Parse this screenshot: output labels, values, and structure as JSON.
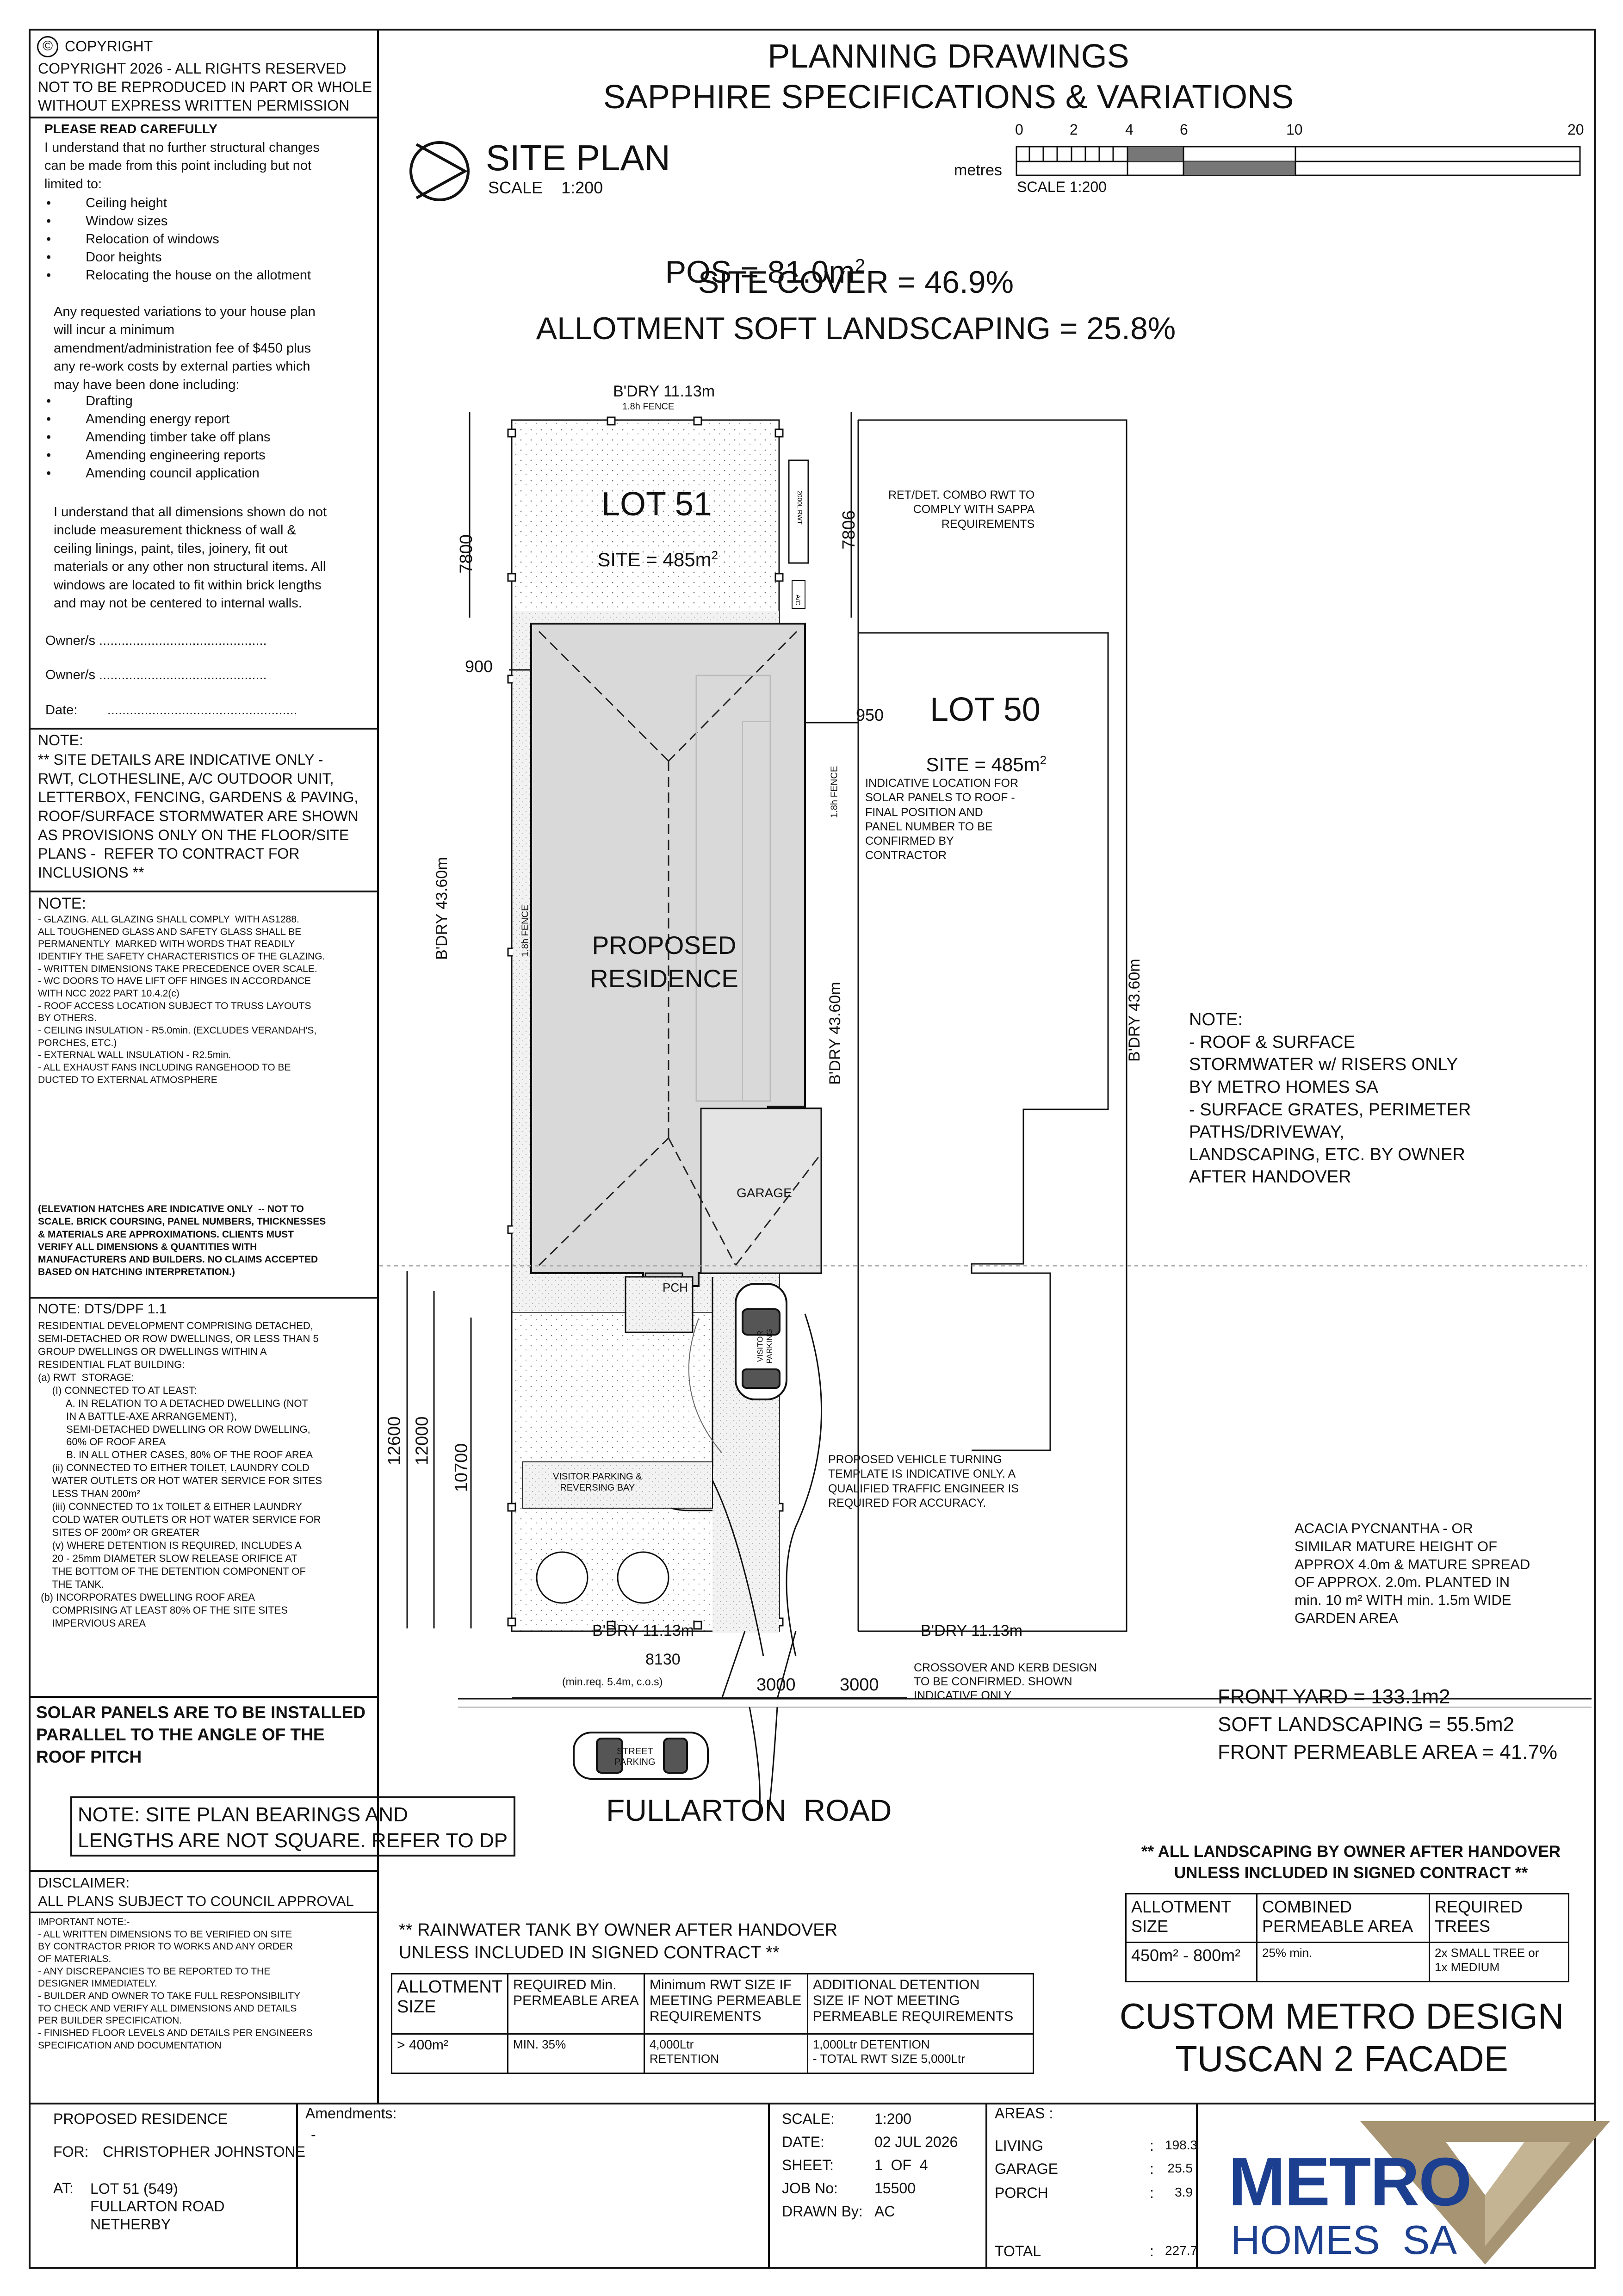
{
  "copyright": {
    "symbol": "©",
    "heading": "COPYRIGHT",
    "lines": [
      "COPYRIGHT 2026 - ALL RIGHTS RESERVED",
      "NOT TO BE REPRODUCED IN PART OR WHOLE",
      "WITHOUT EXPRESS WRITTEN PERMISSION"
    ]
  },
  "read_carefully": {
    "heading": "PLEASE READ CAREFULLY",
    "intro": "I understand that no further structural changes\ncan be made from this point including but not\nlimited to:",
    "items1": [
      "Ceiling height",
      "Window sizes",
      "Relocation of windows",
      "Door heights",
      "Relocating the house on the allotment"
    ],
    "para2": "Any requested variations to your house plan\nwill incur a minimum\namendment/administration fee of $450 plus\nany re-work costs by external parties which\nmay have been done including:",
    "items2": [
      "Drafting",
      "Amending energy report",
      "Amending timber take off plans",
      "Amending engineering reports",
      "Amending council application"
    ],
    "para3": "I understand that all dimensions shown do not\ninclude measurement thickness of wall &\nceiling linings, paint, tiles, joinery, fit out\nmaterials or any other non structural items. All\nwindows are located to fit within brick lengths\nand may not be centered to internal walls.",
    "owner1": "Owner/s .............................................",
    "owner2": "Owner/s .............................................",
    "date": "Date:        ..................................................."
  },
  "note1": {
    "heading": "NOTE:",
    "text": "** SITE DETAILS ARE INDICATIVE ONLY -\nRWT, CLOTHESLINE, A/C OUTDOOR UNIT,\nLETTERBOX, FENCING, GARDENS & PAVING,\nROOF/SURFACE STORMWATER ARE SHOWN\nAS PROVISIONS ONLY ON THE FLOOR/SITE\nPLANS -  REFER TO CONTRACT FOR\nINCLUSIONS **"
  },
  "note2": {
    "heading": "NOTE:",
    "text": "- GLAZING. ALL GLAZING SHALL COMPLY  WITH AS1288.\nALL TOUGHENED GLASS AND SAFETY GLASS SHALL BE\nPERMANENTLY  MARKED WITH WORDS THAT READILY\nIDENTIFY THE SAFETY CHARACTERISTICS OF THE GLAZING.\n- WRITTEN DIMENSIONS TAKE PRECEDENCE OVER SCALE.\n- WC DOORS TO HAVE LIFT OFF HINGES IN ACCORDANCE\nWITH NCC 2022 PART 10.4.2(c)\n- ROOF ACCESS LOCATION SUBJECT TO TRUSS LAYOUTS\nBY OTHERS.\n- CEILING INSULATION - R5.0min. (EXCLUDES VERANDAH'S,\nPORCHES, ETC.)\n- EXTERNAL WALL INSULATION - R2.5min.\n- ALL EXHAUST FANS INCLUDING RANGEHOOD TO BE\nDUCTED TO EXTERNAL ATMOSPHERE",
    "elevation": "(ELEVATION HATCHES ARE INDICATIVE ONLY  -- NOT TO\nSCALE. BRICK COURSING, PANEL NUMBERS, THICKNESSES\n& MATERIALS ARE APPROXIMATIONS. CLIENTS MUST\nVERIFY ALL DIMENSIONS & QUANTITIES WITH\nMANUFACTURERS AND BUILDERS. NO CLAIMS ACCEPTED\nBASED ON HATCHING INTERPRETATION.)"
  },
  "dts": {
    "heading": "NOTE: DTS/DPF 1.1",
    "text": "RESIDENTIAL DEVELOPMENT COMPRISING DETACHED,\nSEMI-DETACHED OR ROW DWELLINGS, OR LESS THAN 5\nGROUP DWELLINGS OR DWELLINGS WITHIN A\nRESIDENTIAL FLAT BUILDING:\n(a) RWT  STORAGE:\n     (I) CONNECTED TO AT LEAST:\n          A. IN RELATION TO A DETACHED DWELLING (NOT\n          IN A BATTLE-AXE ARRANGEMENT),\n          SEMI-DETACHED DWELLING OR ROW DWELLING,\n          60% OF ROOF AREA\n          B. IN ALL OTHER CASES, 80% OF THE ROOF AREA\n     (ii) CONNECTED TO EITHER TOILET, LAUNDRY COLD\n     WATER OUTLETS OR HOT WATER SERVICE FOR SITES\n     LESS THAN 200m²\n     (iii) CONNECTED TO 1x TOILET & EITHER LAUNDRY\n     COLD WATER OUTLETS OR HOT WATER SERVICE FOR\n     SITES OF 200m² OR GREATER\n     (v) WHERE DETENTION IS REQUIRED, INCLUDES A\n     20 - 25mm DIAMETER SLOW RELEASE ORIFICE AT\n     THE BOTTOM OF THE DETENTION COMPONENT OF\n     THE TANK.\n (b) INCORPORATES DWELLING ROOF AREA\n     COMPRISING AT LEAST 80% OF THE SITE SITES\n     IMPERVIOUS AREA"
  },
  "solar": "SOLAR PANELS ARE TO BE INSTALLED\nPARALLEL TO THE ANGLE OF THE\nROOF PITCH",
  "disclaimer": {
    "heading": "DISCLAIMER:",
    "line": "ALL PLANS SUBJECT TO COUNCIL APPROVAL",
    "text": "IMPORTANT NOTE:-\n- ALL WRITTEN DIMENSIONS TO BE VERIFIED ON SITE\nBY CONTRACTOR PRIOR TO WORKS AND ANY ORDER\nOF MATERIALS.\n- ANY DISCREPANCIES TO BE REPORTED TO THE\nDESIGNER IMMEDIATELY.\n- BUILDER AND OWNER TO TAKE FULL RESPONSIBILITY\nTO CHECK AND VERIFY ALL DIMENSIONS AND DETAILS\nPER BUILDER SPECIFICATION.\n- FINISHED FLOOR LEVELS AND DETAILS PER ENGINEERS\nSPECIFICATION AND DOCUMENTATION"
  },
  "title": {
    "line1": "PLANNING DRAWINGS",
    "line2": "SAPPHIRE SPECIFICATIONS & VARIATIONS"
  },
  "site_plan": {
    "label": "SITE PLAN",
    "scale": "SCALE    1:200"
  },
  "scale_bar": {
    "unit": "metres",
    "ticks": [
      "0",
      "2",
      "4",
      "6",
      "10",
      "20"
    ],
    "caption": "SCALE 1:200"
  },
  "stats": {
    "pos_label": "POS = 81.0m",
    "pos_sup": "2",
    "site_cover": "SITE COVER = 46.9%",
    "soft_landscaping": "ALLOTMENT SOFT LANDSCAPING = 25.8%"
  },
  "plan": {
    "bdry_top": "B'DRY 11.13m",
    "fence_top": "1.8h FENCE",
    "lot51": "LOT 51",
    "lot51_site": "SITE = 485m",
    "lot50": "LOT 50",
    "lot50_site": "SITE = 485m",
    "sup2": "2",
    "dim_7800": "7800",
    "dim_7806": "7806",
    "dim_900": "900",
    "dim_950": "950",
    "rwt_note": "RET/DET. COMBO RWT TO\nCOMPLY WITH SAPPA\nREQUIREMENTS",
    "solar_note": "INDICATIVE LOCATION FOR\nSOLAR PANELS TO ROOF -\nFINAL POSITION AND\nPANEL NUMBER TO BE\nCONFIRMED BY\nCONTRACTOR",
    "fence_right": "1.8h FENCE",
    "bdry_left": "B'DRY 43.60m",
    "fence_left": "1.8h FENCE",
    "bdry_mid": "B'DRY 43.60m",
    "bdry_right": "B'DRY 43.60m",
    "proposed": "PROPOSED\nRESIDENCE",
    "garage": "GARAGE",
    "porch": "PCH",
    "visitor_parking": "VISITOR\nPARKING",
    "visitor_bay": "VISITOR PARKING &\nREVERSING BAY",
    "turning_note": "PROPOSED VEHICLE TURNING\nTEMPLATE IS INDICATIVE ONLY. A\nQUALIFIED TRAFFIC ENGINEER IS\nREQUIRED FOR ACCURACY.",
    "dim_12600": "12600",
    "dim_12000": "12000",
    "dim_10700": "10700",
    "bdry_bottom_left": "B'DRY 11.13m",
    "bdry_bottom_right": "B'DRY 11.13m",
    "dim_8130": "8130",
    "min_req": "(min.req. 5.4m, c.o.s)",
    "dim_3000a": "3000",
    "dim_3000b": "3000",
    "crossover": "CROSSOVER AND KERB DESIGN\nTO BE CONFIRMED. SHOWN\nINDICATIVE ONLY",
    "street_parking": "STREET\nPARKING",
    "road": "FULLARTON  ROAD",
    "small_rwt": "2000L RWT",
    "small_ac": "A/C",
    "right_note": "NOTE:\n- ROOF & SURFACE\nSTORMWATER w/ RISERS ONLY\nBY METRO HOMES SA\n- SURFACE GRATES, PERIMETER\nPATHS/DRIVEWAY,\nLANDSCAPING, ETC. BY OWNER\nAFTER HANDOVER",
    "acacia": "ACACIA PYCNANTHA - OR\nSIMILAR MATURE HEIGHT OF\nAPPROX 4.0m & MATURE SPREAD\nOF APPROX. 2.0m. PLANTED IN\nmin. 10 m² WITH min. 1.5m WIDE\nGARDEN AREA"
  },
  "front_yard": {
    "area": "FRONT YARD = 133.1m2",
    "soft": "SOFT LANDSCAPING = 55.5m2",
    "permeable": "FRONT PERMEABLE AREA = 41.7%"
  },
  "bearing_note": "NOTE: SITE PLAN BEARINGS AND\nLENGTHS ARE NOT SQUARE. REFER TO DP",
  "landscaping_note": "** ALL LANDSCAPING BY OWNER AFTER HANDOVER\nUNLESS INCLUDED IN SIGNED CONTRACT **",
  "landscape_table": {
    "headers": [
      "ALLOTMENT\nSIZE",
      "COMBINED\nPERMEABLE AREA",
      "REQUIRED\nTREES"
    ],
    "row": [
      "450m² - 800m²",
      "25% min.",
      "2x SMALL TREE or\n1x MEDIUM"
    ]
  },
  "rwt_note": "** RAINWATER TANK BY OWNER AFTER HANDOVER\nUNLESS INCLUDED IN SIGNED CONTRACT **",
  "rwt_table": {
    "headers": [
      "ALLOTMENT\nSIZE",
      "REQUIRED Min.\nPERMEABLE AREA",
      "Minimum RWT SIZE IF\nMEETING PERMEABLE\nREQUIREMENTS",
      "ADDITIONAL DETENTION\nSIZE IF NOT MEETING\nPERMEABLE REQUIREMENTS"
    ],
    "row": [
      "> 400m²",
      "MIN. 35%",
      "4,000Ltr\nRETENTION",
      "1,000Ltr DETENTION\n- TOTAL RWT SIZE 5,000Ltr"
    ]
  },
  "design": {
    "line1": "CUSTOM METRO DESIGN",
    "line2": "TUSCAN 2 FACADE"
  },
  "title_block": {
    "project": "PROPOSED RESIDENCE",
    "for_label": "FOR:",
    "for_value": "CHRISTOPHER JOHNSTONE",
    "at_label": "AT:",
    "at_value": "LOT 51 (549)\nFULLARTON ROAD\nNETHERBY",
    "amendments_label": "Amendments:",
    "amendments_value": "-",
    "scale_label": "SCALE:",
    "scale_value": "1:200",
    "date_label": "DATE:",
    "date_value": "02 JUL 2026",
    "sheet_label": "SHEET:",
    "sheet_value": "1  OF  4",
    "job_label": "JOB No:",
    "job_value": "15500",
    "drawn_label": "DRAWN By:",
    "drawn_value": "AC",
    "areas_label": "AREAS :",
    "areas": [
      {
        "name": "LIVING",
        "value": "198.3"
      },
      {
        "name": "GARAGE",
        "value": "25.5"
      },
      {
        "name": "PORCH",
        "value": "3.9"
      }
    ],
    "total_label": "TOTAL",
    "total_value": "227.7",
    "colon": ":"
  },
  "logo": {
    "word1": "METRO",
    "word2": "HOMES  SA"
  },
  "colors": {
    "ink": "#111111",
    "building": "#d9d9d9",
    "paving": "#efefef",
    "logo_blue": "#1c3f8f",
    "logo_gold": "#a79472"
  }
}
